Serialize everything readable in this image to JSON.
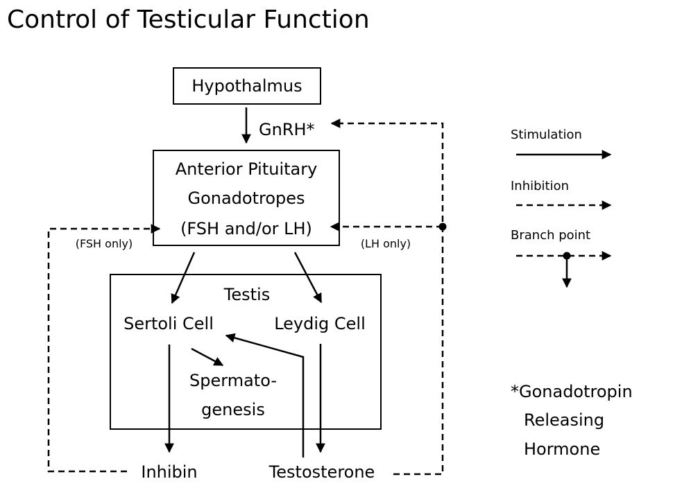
{
  "title": "Control of Testicular Function",
  "nodes": {
    "hypothalmus": "Hypothalmus",
    "gnrh": "GnRH*",
    "pituitary_line1": "Anterior Pituitary",
    "pituitary_line2": "Gonadotropes",
    "pituitary_line3": "(FSH and/or LH)",
    "testis": "Testis",
    "sertoli": "Sertoli Cell",
    "leydig": "Leydig Cell",
    "spermato_line1": "Spermato-",
    "spermato_line2": "genesis",
    "inhibin": "Inhibin",
    "testosterone": "Testosterone"
  },
  "feedback_labels": {
    "fsh_only": "(FSH only)",
    "lh_only": "(LH only)"
  },
  "legend": {
    "stimulation": "Stimulation",
    "inhibition": "Inhibition",
    "branch_point": "Branch point"
  },
  "footnote": {
    "line1": "*Gonadotropin",
    "line2": "Releasing",
    "line3": "Hormone"
  }
}
